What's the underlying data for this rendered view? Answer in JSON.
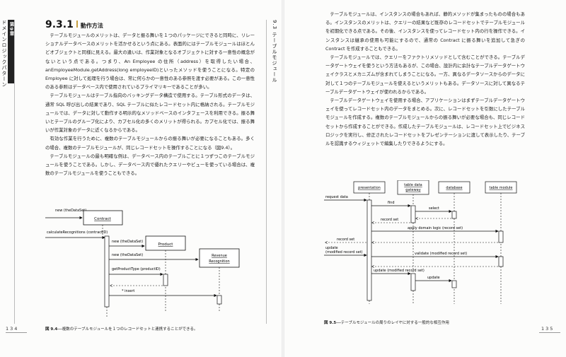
{
  "left_page": {
    "chapter_badge": "第9章",
    "running_head": "ドメインロジックパターン",
    "section_number": "9.3.1",
    "section_title": "動作方法",
    "paragraphs": [
      "テーブルモジュールのメリットは、データと振る舞いを１つのパッケージにできると同時に、リレーショナルデータベースのメリットを活かせるという点にある。表面的にはテーブルモジュールはほとんどオブジェクトと同様に見える。最大の違いは、作業対象となるオブジェクトに対する一意性の概念がないという点である。つまり、An Employee の住所（address）を取得したい場合、anEmployeeModule.getAddress(long employeeID)といったメソッドを使うことになる。特定の Employee に対して処理を行う場合は、常に何らかの一意性のある参照を渡す必要がある。この一意性のある参照はデータベース内で使用されているプライマリキーであることが多い。",
      "テーブルモジュールはテーブル指向のバッキングデータ構造で使用する。テーブル形式のデータは、通常 SQL 呼び出しの結果であり、SQL テーブルに似たレコードセット内に格納される。テーブルモジュールでは、データに対して動作する明示的なメソッドベースのインタフェースを利用できる。振る舞いとテーブルのグループ化により、カプセル化の多くのメリットが得られる。カプセル化では、振る舞いが作業対象のデータに近くなるからである。",
      "有効な作業を行うために、複数のテーブルモジュールからの振る舞いが必要になることもある。多くの場合、複数のテーブルモジュールが、同じレコードセットを操作することになる（図9.4）。",
      "テーブルモジュールの最も明確な例は、データベース内のテーブルごとに１つずつこのテーブルモジュールを使うことである。しかし、データベース内で優れたクエリーやビューを使っている場合は、複数のテーブルモジュールを使うこともできる。"
    ],
    "figure": {
      "labels": {
        "new_dataset_top": "new (theDataSet)",
        "contract": "Contract",
        "calculate": "calculateRecognitions (contractID)",
        "new_dataset_product": "new (theDataSet)",
        "product": "Product",
        "new_dataset_rev": "new (theDataSet)",
        "revenue_recognition": "Revenue\nRecognition",
        "get_product_type": "getProductType (productID)",
        "insert": "* insert"
      }
    },
    "caption_label": "図 9.4",
    "caption_text": "──複数のテーブルモジュールを１つのレコードセットと連携することができる。",
    "folio": "134"
  },
  "right_page": {
    "running_head": "9.3 テーブルモジュール",
    "paragraphs": [
      "テーブルモジュールは、インスタンスの場合もあれば、静的メソッドが集まったものの場合もある。インスタンスのメリットは、クエリーの結果など既存のレコードセットでテーブルモジュールを初期化できる点である。その後、インスタンスを使ってレコードセット内の行を操作できる。インスタンスは継承の使用も可能にするので、通常の Contract に振る舞いを追加して急ぎの Contract を作成することもできる。",
      "テーブルモジュールでは、クエリーをファクトリメソッドとして含むことができる。テーブルデータゲートウェイを使うという方法もあるが、この場合、設計内に余計なテーブルデータゲートウェイクラスとメカニズムが含まれてしまうことになる。一方、異なるデータソースからのデータに対して１つのテーブルモジュールを使えるというメリットもある。データソースに対して異なるテーブルデータゲートウェイが使われるからである。",
      "テーブルデータゲートウェイを使用する場合、アプリケーションはまずテーブルデータゲートウェイを使ってレコードセット内のデータをまとめる。次に、レコードセットを引数にしたテーブルモジュールを作成する。複数のテーブルモジュールからの振る舞いが必要な場合も、同じレコードセットから作成することができる。作成したテーブルモジュールは、レコードセット上でビジネスロジックを実行し、修正されたレコードセットをプレゼンテーションに渡して表示したり、テーブルを認識するウィジェットで編集したりできるようにする。"
    ],
    "figure": {
      "columns": [
        "presentation",
        "table data\ngateway",
        "database",
        "table module"
      ],
      "labels": {
        "request_data": "request data",
        "find": "find",
        "select": "select",
        "record_set_1": "record set",
        "apply_logic": "apply domain logic (record set)",
        "record_set_2": "record set",
        "update": "update\n(modified record set)",
        "validate": "validate (modified record set)",
        "update_modified": "update (modified record set)",
        "update_db": "update"
      }
    },
    "caption_label": "図 9.5",
    "caption_text": "──テーブルモジュールの周りのレイヤに対する一般的な相互作用",
    "folio": "135"
  },
  "colors": {
    "accent": "#c8a040",
    "text": "#222222",
    "badge": "#222222"
  }
}
